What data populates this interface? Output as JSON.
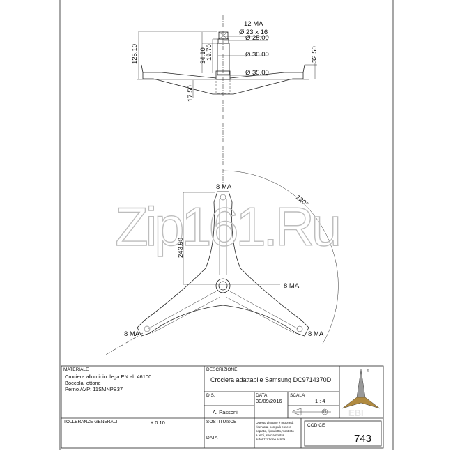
{
  "top_view": {
    "thread": "12 MA",
    "d1": "Ø 23 x 16",
    "d2": "Ø 25.00",
    "d3": "Ø 30.00",
    "d4": "Ø 35.00",
    "h_total": "125.10",
    "h_shaft": "34.10",
    "h_top": "19.70",
    "h_rim": "32.50",
    "h_bottom": "17.50"
  },
  "plan_view": {
    "thread_top": "8 MA",
    "thread_center": "8 MA",
    "thread_left": "8 MA",
    "thread_right": "8 MA",
    "arm_length": "243.50",
    "angle": "120°"
  },
  "watermark": "Zip161.Ru",
  "title_block": {
    "materiale_label": "MATERIALE",
    "materiale_lines": [
      "Crociera alluminio: lega EN ab 46100",
      "Boccola: ottone",
      "Perno AVP: 11SMNPB37"
    ],
    "tolleranze_label": "TOLLERANZE GENERALI",
    "tolleranze_value": "± 0.10",
    "descrizione_label": "DESCRIZIONE",
    "descrizione_value": "Crociera adattabile Samsung DC9714370D",
    "dis_label": "DIS.",
    "dis_value": "A. Passoni",
    "data_label": "DATA",
    "data_value": "30/09/2016",
    "scala_label": "SCALA",
    "scala_value": "1 : 4",
    "sostituisce_label": "SOSTITUISCE",
    "data2_label": "DATA",
    "notice_lines": [
      "Questo disegno è proprietà",
      "riservata, non può essere",
      "copiato, riprodotto,mostrato",
      "a terzi, senza nostra",
      "autorizzazione scritta"
    ],
    "codice_label": "CODICE",
    "codice_value": "743",
    "logo_text": "EBI",
    "logo_mark": "®"
  }
}
